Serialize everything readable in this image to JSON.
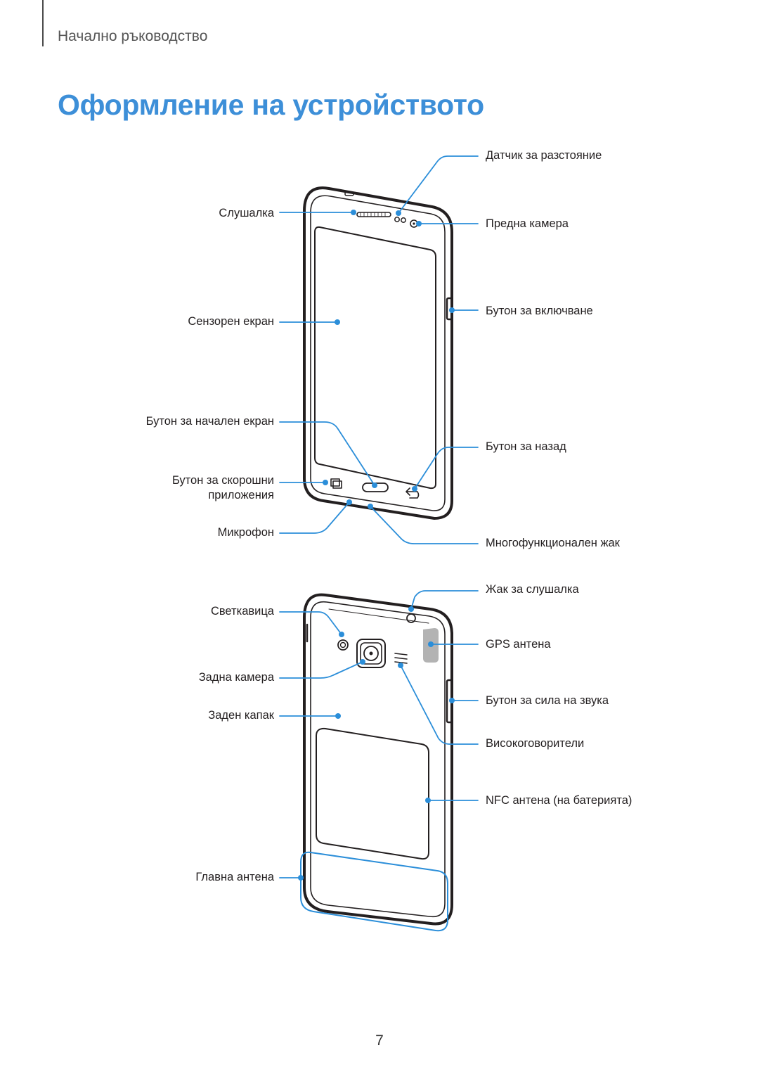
{
  "header": {
    "section": "Начално ръководство",
    "title": "Оформление на устройството"
  },
  "front_labels": {
    "proximity_sensor": "Датчик за разстояние",
    "earpiece": "Слушалка",
    "front_camera": "Предна камера",
    "power_button": "Бутон за включване",
    "touchscreen": "Сензорен екран",
    "home_button": "Бутон за начален екран",
    "back_button": "Бутон за назад",
    "recent_apps_line1": "Бутон за скорошни",
    "recent_apps_line2": "приложения",
    "microphone": "Микрофон",
    "multipurpose_jack": "Многофункционален жак"
  },
  "back_labels": {
    "headset_jack": "Жак за слушалка",
    "flash": "Светкавица",
    "gps_antenna": "GPS антена",
    "rear_camera": "Задна камера",
    "volume_button": "Бутон за сила на звука",
    "back_cover": "Заден капак",
    "speaker": "Високоговорители",
    "nfc_antenna": "NFC антена (на батерията)",
    "main_antenna": "Главна антена"
  },
  "colors": {
    "title": "#3d8fd8",
    "callout": "#2b8ed9",
    "device_outline": "#231f20"
  },
  "page_number": "7"
}
